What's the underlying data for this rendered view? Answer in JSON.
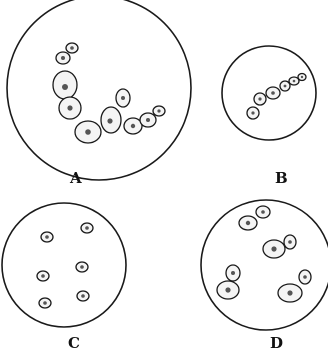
{
  "panels": [
    {
      "id": "A",
      "label": "A"
    },
    {
      "id": "B",
      "label": "B"
    },
    {
      "id": "C",
      "label": "C"
    },
    {
      "id": "D",
      "label": "D"
    }
  ],
  "colors": {
    "ink": "#1a1a1a",
    "cell_fill": "#f4f4f4",
    "nucleus": "#555555",
    "background": "#ffffff"
  }
}
